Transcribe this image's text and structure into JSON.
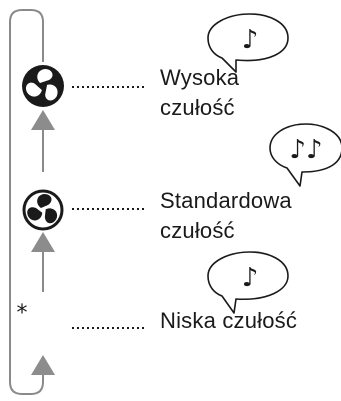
{
  "modes": [
    {
      "id": "high",
      "icon": "fan-icon-filled",
      "line1": "Wysoka",
      "line2": "czułość",
      "bubble": "♪"
    },
    {
      "id": "standard",
      "icon": "fan-icon-outline",
      "line1": "Standardowa",
      "line2": "czułość",
      "bubble": "♪♪"
    },
    {
      "id": "low",
      "icon": "moon-star-icon",
      "line1": "Niska czułość",
      "bubble": "♪"
    }
  ]
}
